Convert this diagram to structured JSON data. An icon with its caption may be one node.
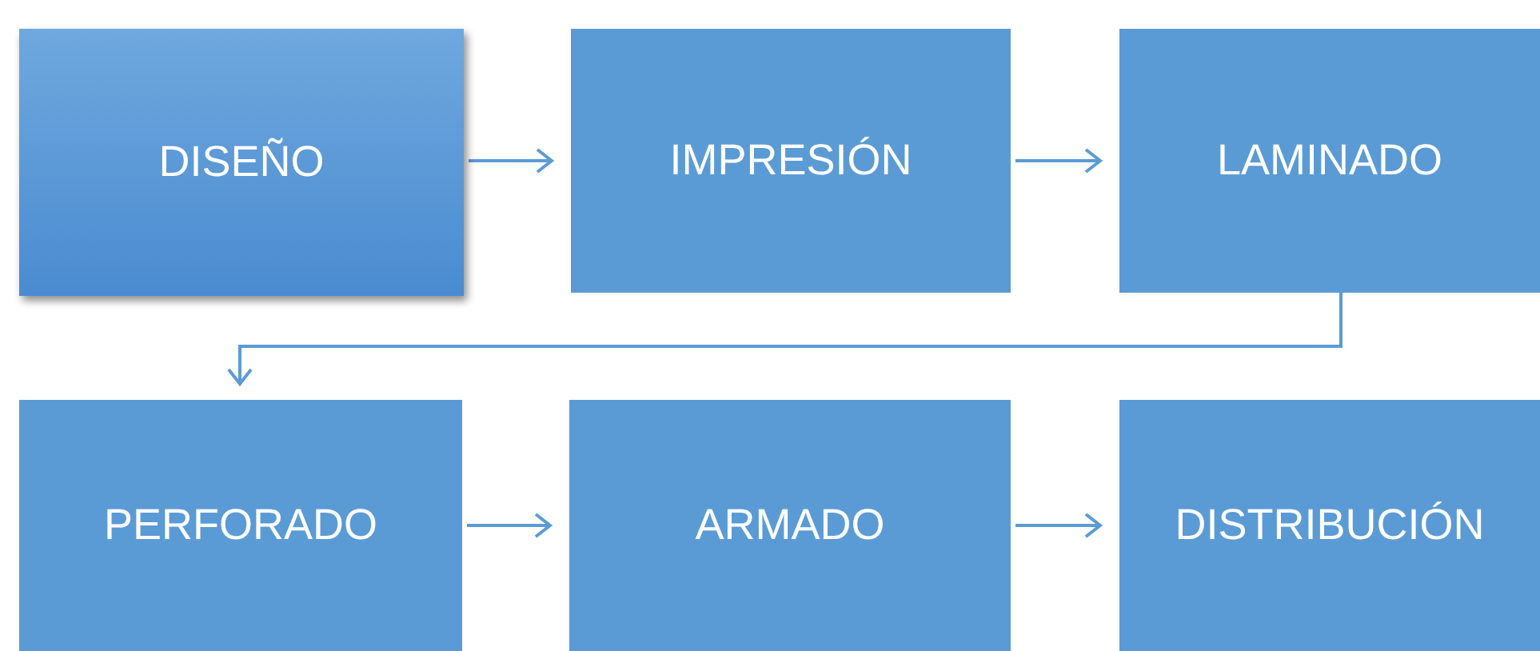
{
  "diagram": {
    "nodes": [
      {
        "text": [
          "DISEÑO"
        ]
      },
      {
        "text": [
          "IMPRESIÓN"
        ]
      },
      {
        "text": [
          "LAMINADO"
        ]
      },
      {
        "text": [
          "PERFORADO"
        ]
      },
      {
        "text": [
          "ARMADO"
        ]
      },
      {
        "text": [
          "DISTRIBUCIÓN"
        ]
      }
    ],
    "edges": [
      {
        "from": 0,
        "to": 1,
        "arrow": "to"
      },
      {
        "from": 1,
        "to": 2,
        "arrow": "to"
      },
      {
        "from": 2,
        "to": 3,
        "arrow": "to"
      },
      {
        "from": 3,
        "to": 4,
        "arrow": "to"
      },
      {
        "from": 4,
        "to": 5,
        "arrow": "to"
      }
    ]
  }
}
